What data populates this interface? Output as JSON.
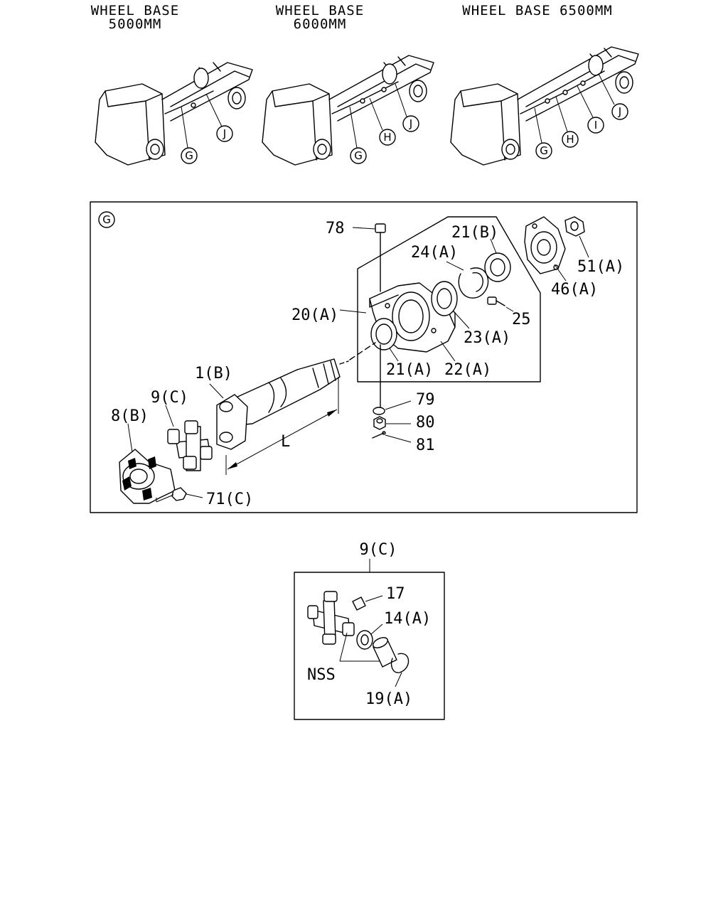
{
  "wheelbase_headers": [
    {
      "line1": "WHEEL BASE",
      "line2": "5000MM"
    },
    {
      "line1": "WHEEL BASE",
      "line2": "6000MM"
    },
    {
      "line1": "WHEEL BASE 6500MM",
      "line2": ""
    }
  ],
  "truck_callouts": {
    "truck1": [
      "G",
      "J"
    ],
    "truck2": [
      "G",
      "H",
      "J"
    ],
    "truck3": [
      "G",
      "H",
      "I",
      "J"
    ]
  },
  "detail_box": {
    "section_marker": "G",
    "part_labels": {
      "p78": "78",
      "p21b": "21(B)",
      "p24a": "24(A)",
      "p20a": "20(A)",
      "p51a": "51(A)",
      "p46a": "46(A)",
      "p25": "25",
      "p23a": "23(A)",
      "p21a": "21(A)",
      "p22a": "22(A)",
      "p1b": "1(B)",
      "p9c": "9(C)",
      "p8b": "8(B)",
      "p79": "79",
      "p80": "80",
      "p81": "81",
      "pL": "L",
      "p71c": "71(C)"
    }
  },
  "joint_box": {
    "title": "9(C)",
    "part_labels": {
      "p17": "17",
      "p14a": "14(A)",
      "nss": "NSS",
      "p19a": "19(A)"
    }
  }
}
